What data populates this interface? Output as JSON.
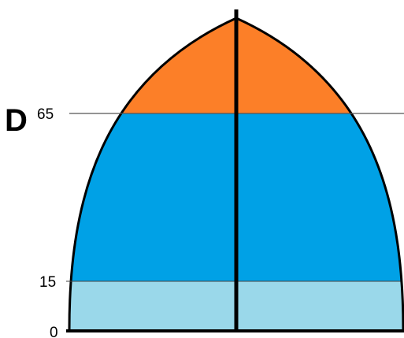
{
  "panel_label": "D",
  "colors": {
    "top_band": "#fc7f28",
    "middle_band": "#00a1e6",
    "bottom_band": "#9ad8ea",
    "outline": "#000000",
    "reference_line": "#555555"
  },
  "levels": [
    {
      "id": "base",
      "value": 0,
      "label": "0"
    },
    {
      "id": "lower",
      "value": 15,
      "label": "15"
    },
    {
      "id": "upper",
      "value": 65,
      "label": "65"
    }
  ],
  "bands": [
    {
      "id": "bottom-band",
      "from": 0,
      "to": 15,
      "color_key": "bottom_band"
    },
    {
      "id": "middle-band",
      "from": 15,
      "to": 65,
      "color_key": "middle_band"
    },
    {
      "id": "top-band",
      "from": 65,
      "to": 100,
      "color_key": "top_band"
    }
  ]
}
